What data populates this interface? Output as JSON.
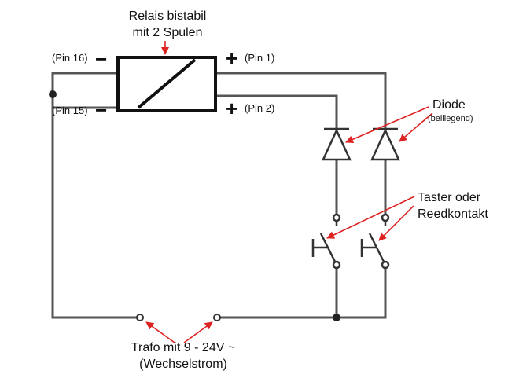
{
  "title": {
    "line1": "Relais bistabil",
    "line2": "mit 2 Spulen"
  },
  "pins": {
    "pin16": "(Pin 16)",
    "pin15": "(Pin 15)",
    "pin1": "(Pin 1)",
    "pin2": "(Pin 2)"
  },
  "signs": {
    "minus": "−",
    "plus": "+"
  },
  "diode": {
    "label": "Diode",
    "sublabel": "(beiliegend)"
  },
  "switch": {
    "line1": "Taster oder",
    "line2": "Reedkontakt"
  },
  "supply": {
    "line1": "Trafo mit 9 - 24V ~",
    "line2": "(Wechselstrom)"
  },
  "colors": {
    "wire": "#555555",
    "arrow": "#dd2222",
    "text": "#111111"
  }
}
